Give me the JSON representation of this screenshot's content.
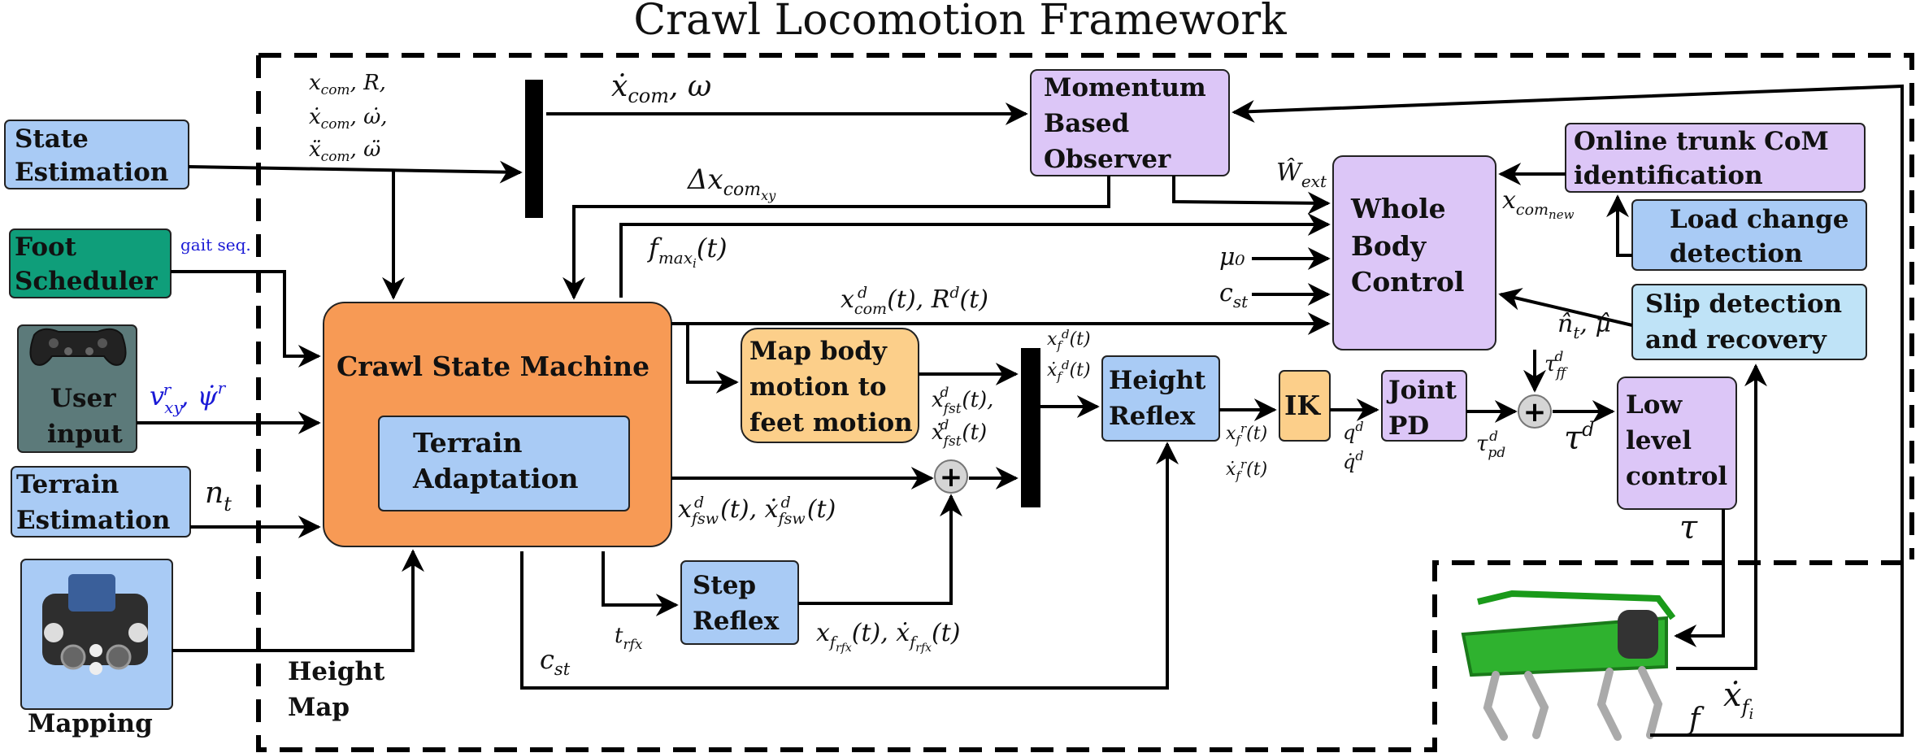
{
  "title": "Crawl Locomotion Framework",
  "colors": {
    "blue_box": "#a9cbf5",
    "purple_box": "#dcc6f7",
    "orange_box": "#f79a55",
    "light_orange_box": "#fccf8a",
    "green_box": "#0f9e7a",
    "input_gray": "#5c7a7a"
  },
  "blocks": {
    "state_estimation": [
      "State",
      "Estimation"
    ],
    "foot_scheduler": [
      "Foot",
      "Scheduler"
    ],
    "user_input": [
      "User",
      "input"
    ],
    "terrain_estimation": [
      "Terrain",
      "Estimation"
    ],
    "mapping": "Mapping",
    "momentum_observer": [
      "Momentum",
      "Based",
      "Observer"
    ],
    "whole_body_control": [
      "Whole",
      "Body",
      "Control"
    ],
    "online_trunk": [
      "Online trunk CoM",
      "identification"
    ],
    "load_change": [
      "Load change",
      "detection"
    ],
    "slip_detection": [
      "Slip detection",
      "and recovery"
    ],
    "crawl_state_machine": "Crawl State Machine",
    "terrain_adaptation": [
      "Terrain",
      "Adaptation"
    ],
    "map_body": [
      "Map body",
      "motion to",
      "feet motion"
    ],
    "height_reflex": [
      "Height",
      "Reflex"
    ],
    "ik": "IK",
    "joint_pd": [
      "Joint",
      "PD"
    ],
    "low_level": [
      "Low",
      "level",
      "control"
    ],
    "step_reflex": [
      "Step",
      "Reflex"
    ]
  },
  "labels": {
    "state_vars": [
      "x_com, R,",
      "ẋ_com, ω̇,",
      "ẍ_com, ω̈"
    ],
    "gait_seq": "gait seq.",
    "user_cmd": "v^r_xy, ψ̇^r",
    "n_t": "n_t",
    "height_map": [
      "Height",
      "Map"
    ],
    "xdot_omega": "ẋ_com, ω",
    "delta_x": "Δx_com_xy",
    "f_max": "f_max_i(t)",
    "x_com_d": "x^d_com(t), R^d(t)",
    "w_ext": "Ŵ_ext",
    "x_com_new": "x_com_new",
    "mu0": "μ₀",
    "c_st_wbc": "c_st",
    "n_mu": "n̂_t, μ̂",
    "x_fst": [
      "x^d_fst(t),",
      "ẋ^d_fst(t)"
    ],
    "x_fsw": "x^d_fsw(t), ẋ^d_fsw(t)",
    "x_f_d": [
      "x^d_f(t)",
      "ẋ^d_f(t)"
    ],
    "x_f_r": [
      "x^r_f(t)",
      "ẋ^r_f(t)"
    ],
    "q_d": [
      "q^d",
      "q̇^d"
    ],
    "tau_pd": "τ^d_pd",
    "tau_ff": "τ^d_ff",
    "tau_d": "τ^d",
    "tau": "τ",
    "t_rfx": "t_rfx",
    "x_frfx": "x_frfx(t), ẋ_frfx(t)",
    "c_st_bottom": "c_st",
    "xdot_fi": "ẋ_f_i",
    "f": "f"
  }
}
